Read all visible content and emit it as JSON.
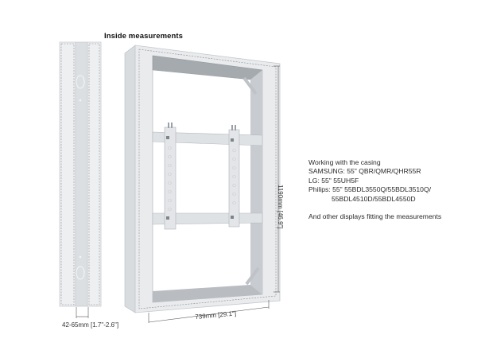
{
  "heading": "Inside measurements",
  "specs": {
    "intro": "Working with the casing",
    "lines": [
      "SAMSUNG: 55\" QBR/QMR/QHR55R",
      "LG: 55\" 55UH5F",
      "Philips: 55\" 55BDL3550Q/55BDL3510Q/"
    ],
    "continuation": "55BDL4510D/55BDL4550D",
    "footer": "And other displays fitting the measurements"
  },
  "dimensions": {
    "depth": "42-65mm [1.7\"-2.6\"]",
    "width": "739mm [29.1\"]",
    "height": "1190mm [46.9\"]"
  },
  "colors": {
    "frame": "#e6e8ea",
    "frame_edge": "#c9cdd1",
    "frame_shadow": "#aeb3b8",
    "inner_metal": "#9ea3a8",
    "dashed": "#8a8f94"
  }
}
